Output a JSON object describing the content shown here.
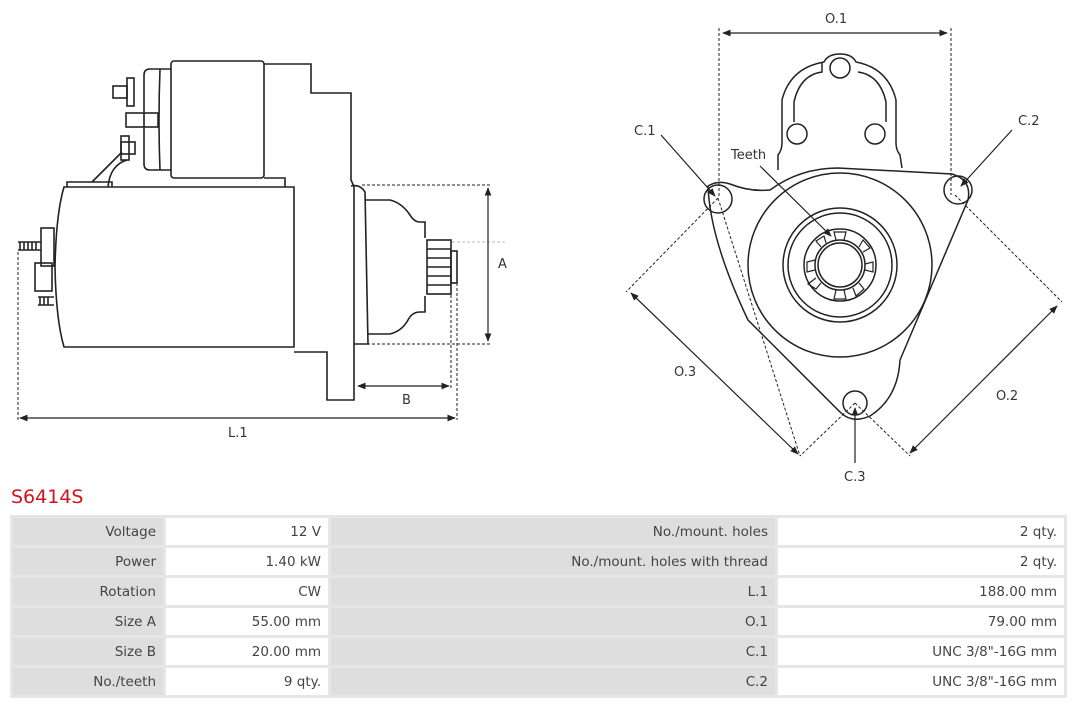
{
  "product": {
    "code": "S6414S"
  },
  "drawing": {
    "side_view_labels": {
      "a": "A",
      "b": "B",
      "l1": "L.1"
    },
    "front_view_labels": {
      "o1": "O.1",
      "o2": "O.2",
      "o3": "O.3",
      "c1": "C.1",
      "c2": "C.2",
      "c3": "C.3",
      "teeth": "Teeth"
    }
  },
  "specs": {
    "left": [
      {
        "label": "Voltage",
        "value": "12 V"
      },
      {
        "label": "Power",
        "value": "1.40 kW"
      },
      {
        "label": "Rotation",
        "value": "CW"
      },
      {
        "label": "Size A",
        "value": "55.00 mm"
      },
      {
        "label": "Size B",
        "value": "20.00 mm"
      },
      {
        "label": "No./teeth",
        "value": "9 qty."
      }
    ],
    "right": [
      {
        "label": "No./mount. holes",
        "value": "2 qty."
      },
      {
        "label": "No./mount. holes with thread",
        "value": "2 qty."
      },
      {
        "label": "L.1",
        "value": "188.00 mm"
      },
      {
        "label": "O.1",
        "value": "79.00 mm"
      },
      {
        "label": "C.1",
        "value": "UNC 3/8\"-16G mm"
      },
      {
        "label": "C.2",
        "value": "UNC 3/8\"-16G mm"
      }
    ]
  }
}
